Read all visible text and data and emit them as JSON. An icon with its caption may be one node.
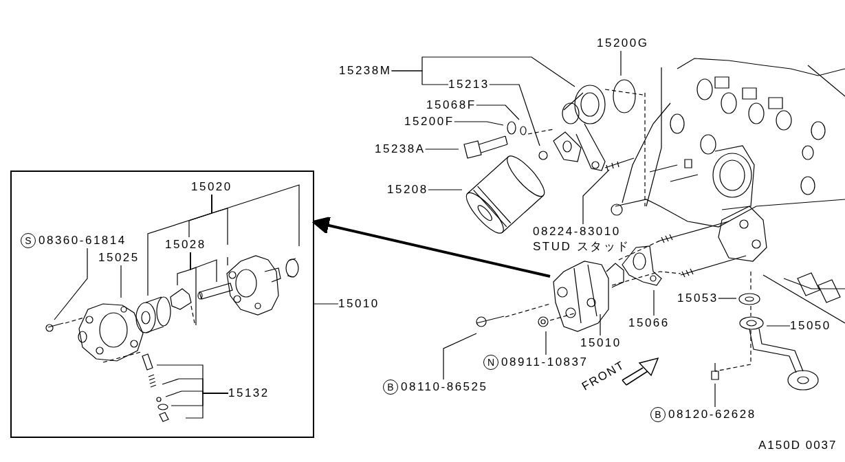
{
  "diagram": {
    "nodes": [
      {
        "text": [],
        "shape": "box"
      },
      {
        "text": [
          "15020"
        ],
        "in": 0
      },
      {
        "text": [
          "S",
          "08360-61814"
        ],
        "in": 0
      },
      {
        "text": [
          "15025"
        ],
        "in": 0
      },
      {
        "text": [
          "15028"
        ],
        "in": 0
      },
      {
        "text": [
          "15132"
        ],
        "in": 0
      },
      {
        "text": [
          "15010"
        ]
      },
      {
        "text": [
          "15238M"
        ]
      },
      {
        "text": [
          "15213"
        ]
      },
      {
        "text": [
          "15200G"
        ]
      },
      {
        "text": [
          "15068F"
        ]
      },
      {
        "text": [
          "15200F"
        ]
      },
      {
        "text": [
          "15238A"
        ]
      },
      {
        "text": [
          "15208"
        ]
      },
      {
        "text": [
          "08224-83010",
          "STUD スタッド"
        ]
      },
      {
        "text": [
          "15053"
        ]
      },
      {
        "text": [
          "15066"
        ]
      },
      {
        "text": [
          "15050"
        ]
      },
      {
        "text": [
          "15010"
        ]
      },
      {
        "text": [
          "N",
          "08911-10837"
        ]
      },
      {
        "text": [
          "B",
          "08110-86525"
        ]
      },
      {
        "text": [
          "B",
          "08120-62628"
        ]
      }
    ],
    "edges": [
      {
        "from": 6,
        "to": 0,
        "arrow": "none"
      },
      {
        "from": null,
        "to": 0,
        "arrow": "to",
        "style": "thick"
      },
      {
        "from": 1,
        "to": null,
        "arrow": "none"
      },
      {
        "from": 1,
        "to": 4,
        "arrow": "none"
      },
      {
        "from": 1,
        "to": null,
        "arrow": "none"
      },
      {
        "from": 1,
        "to": null,
        "arrow": "none"
      },
      {
        "from": 2,
        "to": null,
        "arrow": "none"
      },
      {
        "from": 3,
        "to": null,
        "arrow": "none"
      },
      {
        "from": 4,
        "to": null,
        "arrow": "none"
      },
      {
        "from": 4,
        "to": null,
        "arrow": "none"
      },
      {
        "from": 4,
        "to": null,
        "arrow": "none"
      },
      {
        "from": 5,
        "to": null,
        "arrow": "none"
      },
      {
        "from": 5,
        "to": null,
        "arrow": "none"
      },
      {
        "from": 5,
        "to": null,
        "arrow": "none"
      },
      {
        "from": 5,
        "to": null,
        "arrow": "none"
      },
      {
        "from": 5,
        "to": null,
        "arrow": "none"
      },
      {
        "from": 7,
        "to": null,
        "arrow": "none"
      },
      {
        "from": 7,
        "to": 8,
        "arrow": "none"
      },
      {
        "from": 8,
        "to": null,
        "arrow": "none"
      },
      {
        "from": 9,
        "to": null,
        "arrow": "none"
      },
      {
        "from": 10,
        "to": null,
        "arrow": "none"
      },
      {
        "from": 11,
        "to": null,
        "arrow": "none"
      },
      {
        "from": 12,
        "to": null,
        "arrow": "none"
      },
      {
        "from": 13,
        "to": null,
        "arrow": "none"
      },
      {
        "from": 14,
        "to": null,
        "arrow": "none"
      },
      {
        "from": 15,
        "to": null,
        "arrow": "none"
      },
      {
        "from": 16,
        "to": null,
        "arrow": "none"
      },
      {
        "from": 17,
        "to": null,
        "arrow": "none"
      },
      {
        "from": 18,
        "to": null,
        "arrow": "none"
      },
      {
        "from": 19,
        "to": null,
        "arrow": "none"
      },
      {
        "from": 20,
        "to": null,
        "arrow": "none"
      },
      {
        "from": 21,
        "to": null,
        "arrow": "none"
      }
    ],
    "labels": [
      "FRONT",
      "A150D 0037"
    ]
  }
}
